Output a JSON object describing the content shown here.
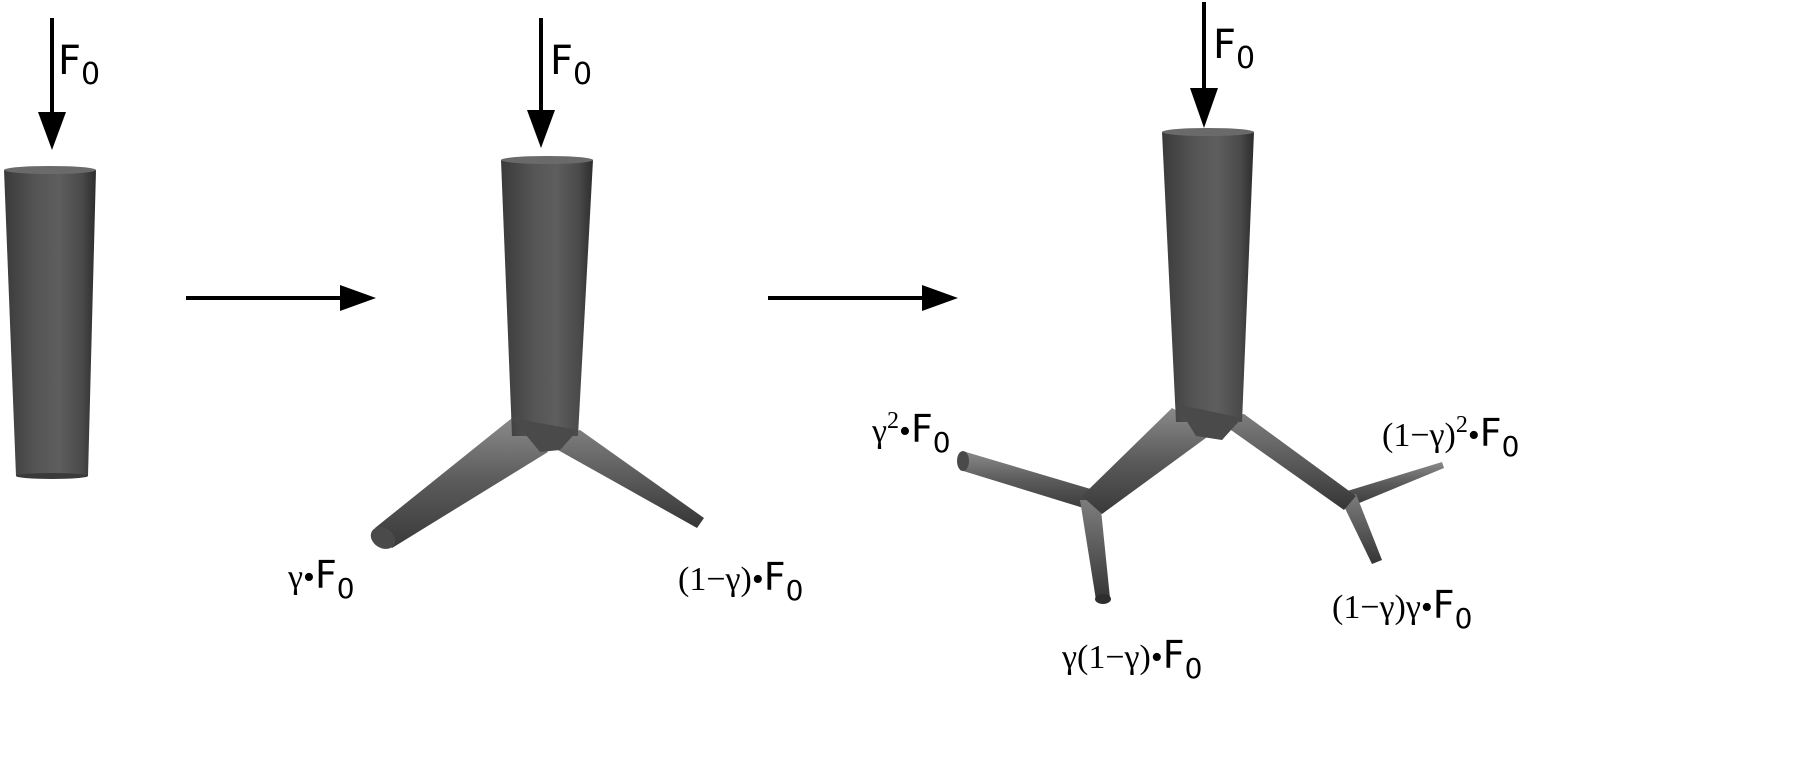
{
  "stages": [
    {
      "name": "stage-1",
      "force_label": {
        "main": "F",
        "sub": "0"
      }
    },
    {
      "name": "stage-2",
      "force_label": {
        "main": "F",
        "sub": "0"
      },
      "branch_labels": {
        "left": {
          "coef": "γ•",
          "main": "F",
          "sub": "0"
        },
        "right": {
          "coef": "(1−γ)•",
          "main": "F",
          "sub": "0"
        }
      }
    },
    {
      "name": "stage-3",
      "force_label": {
        "main": "F",
        "sub": "0"
      },
      "branch_labels": {
        "left_top": {
          "base": "γ",
          "sup": "2",
          "dot": "•",
          "main": "F",
          "sub": "0"
        },
        "left_bottom": {
          "coef": "γ(1−γ)•",
          "main": "F",
          "sub": "0"
        },
        "right_top": {
          "base": "(1−γ)",
          "sup": "2",
          "dot": "•",
          "main": "F",
          "sub": "0"
        },
        "right_bottom": {
          "coef": "(1−γ)γ•",
          "main": "F",
          "sub": "0"
        }
      }
    }
  ],
  "colors": {
    "arrow": "#000000",
    "tube_dark": "#2e2e2e",
    "tube_mid": "#5a5a5a",
    "tube_light": "#8a8a8a",
    "text": "#000000"
  }
}
